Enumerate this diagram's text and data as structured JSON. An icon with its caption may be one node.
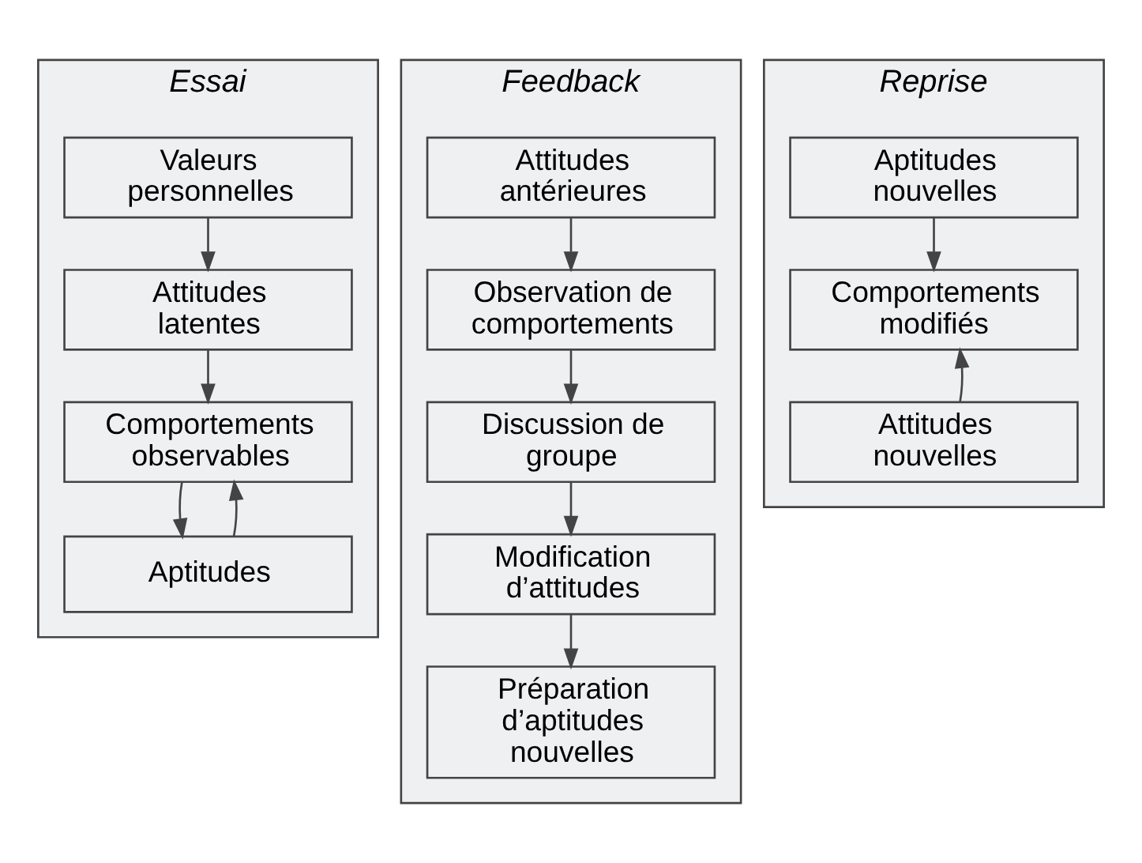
{
  "diagram": {
    "nodes": [
      {
        "text": [
          "Essai"
        ]
      },
      {
        "text": [
          "Valeurs personnelles"
        ],
        "in": 0
      },
      {
        "text": [
          "Attitudes latentes"
        ],
        "in": 0
      },
      {
        "text": [
          "Comportements observables"
        ],
        "in": 0
      },
      {
        "text": [
          "Aptitudes"
        ],
        "in": 0
      },
      {
        "text": [
          "Feedback"
        ]
      },
      {
        "text": [
          "Attitudes antérieures"
        ],
        "in": 5
      },
      {
        "text": [
          "Observation de comportements"
        ],
        "in": 5
      },
      {
        "text": [
          "Discussion de groupe"
        ],
        "in": 5
      },
      {
        "text": [
          "Modification d’attitudes"
        ],
        "in": 5
      },
      {
        "text": [
          "Préparation d’aptitudes nouvelles"
        ],
        "in": 5
      },
      {
        "text": [
          "Reprise"
        ]
      },
      {
        "text": [
          "Aptitudes nouvelles"
        ],
        "in": 11
      },
      {
        "text": [
          "Comportements modifiés"
        ],
        "in": 11
      },
      {
        "text": [
          "Attitudes nouvelles"
        ],
        "in": 11
      }
    ],
    "edges": [
      {
        "from": 1,
        "to": 2,
        "arrow": "to"
      },
      {
        "from": 2,
        "to": 3,
        "arrow": "to"
      },
      {
        "from": 3,
        "to": 4,
        "arrow": "to"
      },
      {
        "from": 4,
        "to": 3,
        "arrow": "to"
      },
      {
        "from": 6,
        "to": 7,
        "arrow": "to"
      },
      {
        "from": 7,
        "to": 8,
        "arrow": "to"
      },
      {
        "from": 8,
        "to": 9,
        "arrow": "to"
      },
      {
        "from": 9,
        "to": 10,
        "arrow": "to"
      },
      {
        "from": 12,
        "to": 13,
        "arrow": "to"
      },
      {
        "from": 14,
        "to": 13,
        "arrow": "to"
      }
    ]
  }
}
